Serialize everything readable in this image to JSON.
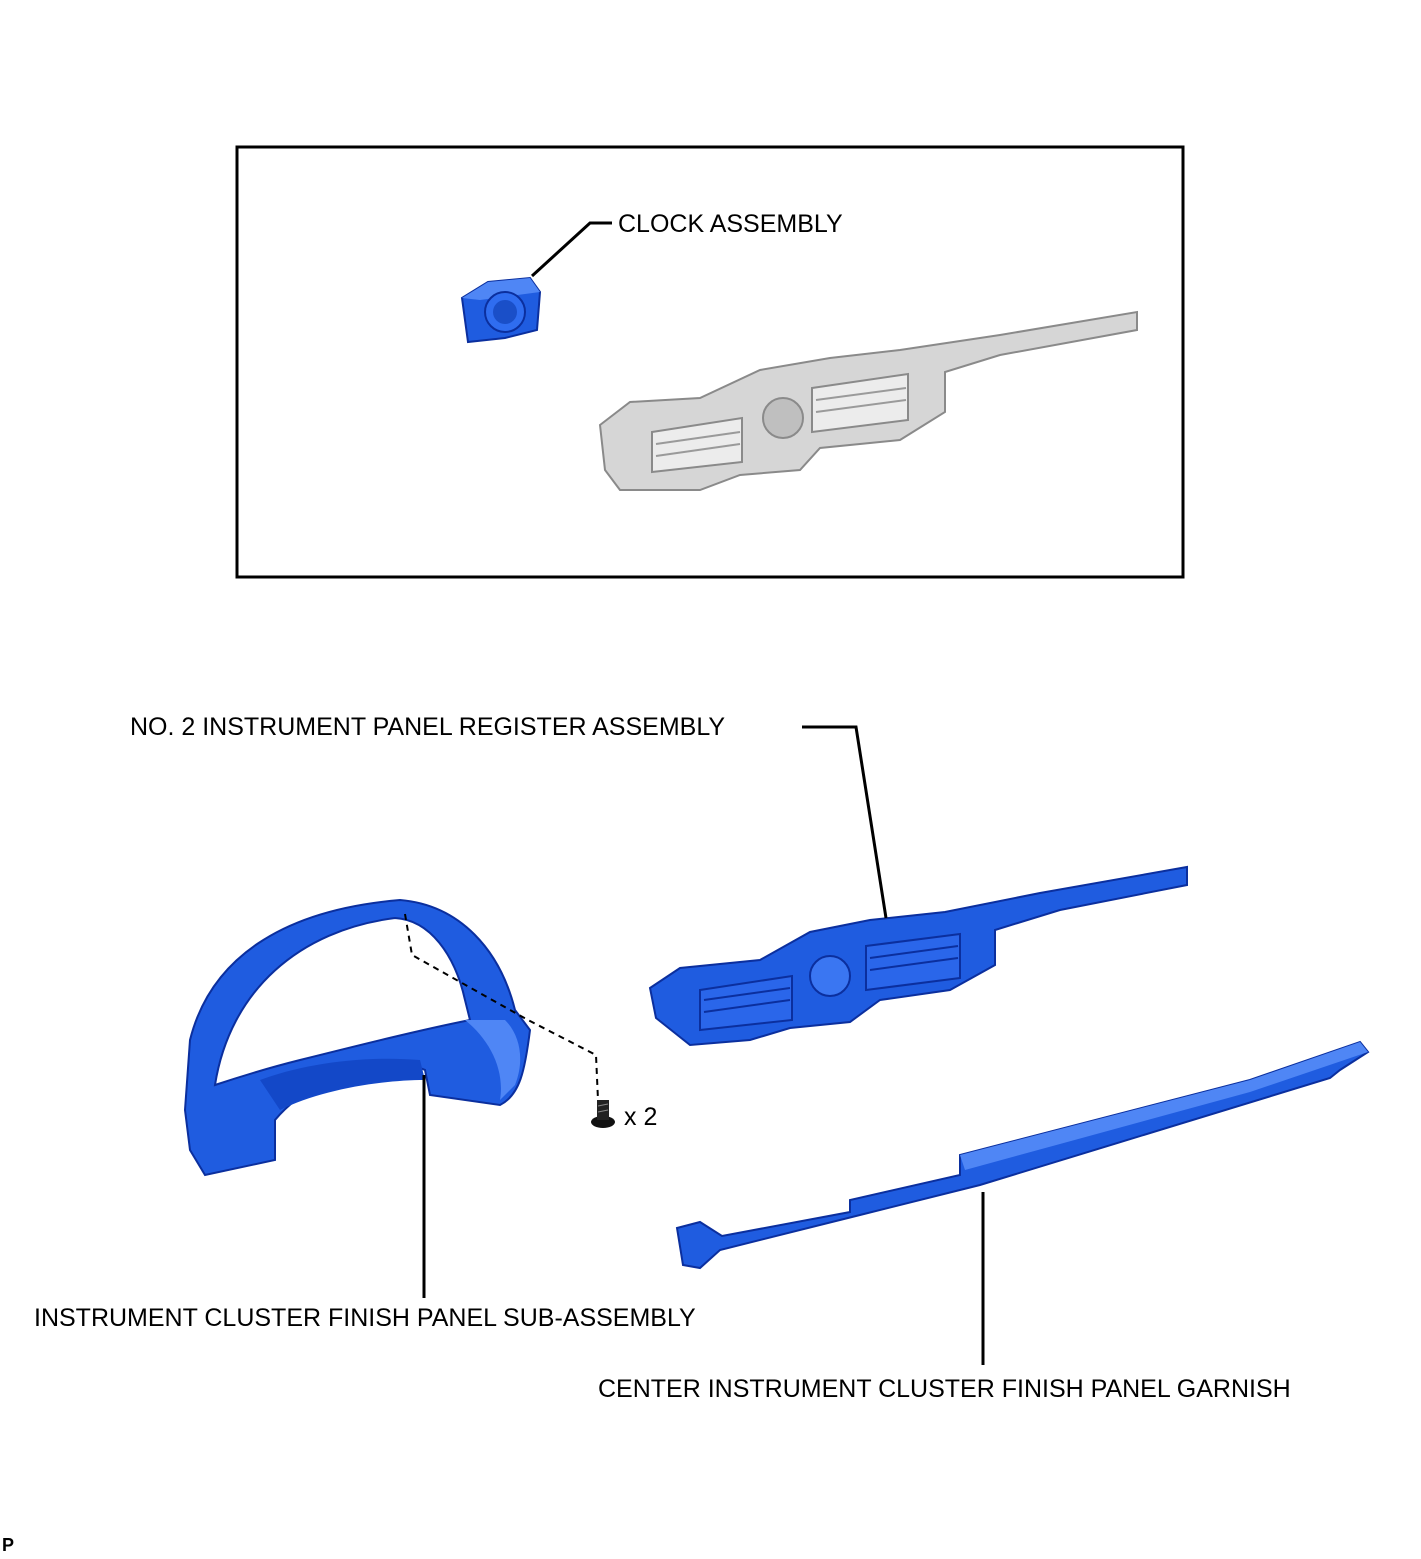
{
  "labels": {
    "clock_assembly": "CLOCK ASSEMBLY",
    "register_assembly": "NO. 2 INSTRUMENT PANEL REGISTER ASSEMBLY",
    "cluster_finish_panel": "INSTRUMENT CLUSTER FINISH PANEL SUB-ASSEMBLY",
    "center_garnish": "CENTER INSTRUMENT CLUSTER FINISH PANEL GARNISH",
    "screw_count": "x 2"
  },
  "corner_mark": "P",
  "colors": {
    "part_blue": "#1f5ce0",
    "part_blue_dark": "#0b2f9e",
    "part_blue_light": "#4f86f5",
    "reference_gray": "#d6d6d6",
    "reference_gray_dark": "#8a8a8a",
    "line": "#000000"
  }
}
